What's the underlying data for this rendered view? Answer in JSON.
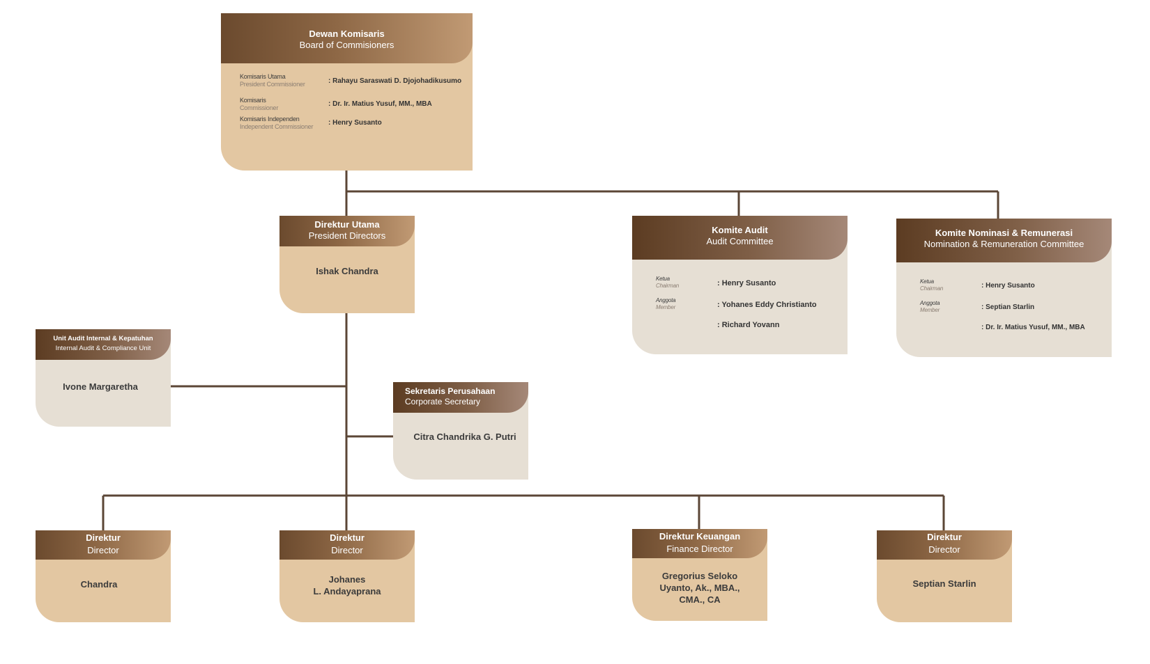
{
  "colors": {
    "connector": "#5b4636",
    "tan_body": "#e3c7a2",
    "gray_body": "#e6dfd4",
    "header_start": "#6b4a2e",
    "header_end": "#c19a74"
  },
  "board": {
    "title": "Dewan  Komisaris",
    "subtitle": "Board of Commisioners",
    "rows": [
      {
        "label": "Komisaris Utama",
        "label_en": "President Commissioner",
        "value": ": Rahayu Saraswati D. Djojohadikusumo"
      },
      {
        "label": "Komisaris",
        "label_en": "Commissioner",
        "value": ": Dr. Ir. Matius Yusuf, MM., MBA"
      },
      {
        "label": "Komisaris Independen",
        "label_en": "Independent Commissioner",
        "value": ": Henry Susanto"
      }
    ]
  },
  "president": {
    "title": "Direktur  Utama",
    "subtitle": "President  Directors",
    "name": "Ishak Chandra"
  },
  "audit_committee": {
    "title": "Komite Audit",
    "subtitle": "Audit  Committee",
    "rows": [
      {
        "label": "Ketua",
        "label_en": "Chairman",
        "value": ": Henry Susanto"
      },
      {
        "label": "Anggota",
        "label_en": "Member",
        "value": ": Yohanes Eddy Christianto"
      },
      {
        "label": "",
        "label_en": "",
        "value": ": Richard Yovann"
      }
    ]
  },
  "nomination_committee": {
    "title": "Komite Nominasi  &  Remunerasi",
    "subtitle": "Nomination & Remuneration Committee",
    "rows": [
      {
        "label": "Ketua",
        "label_en": "Chairman",
        "value": ": Henry Susanto"
      },
      {
        "label": "Anggota",
        "label_en": "Member",
        "value": ": Septian Starlin"
      },
      {
        "label": "",
        "label_en": "",
        "value": ": Dr. Ir. Matius Yusuf, MM., MBA"
      }
    ]
  },
  "internal_audit": {
    "title": "Unit Audit Internal & Kepatuhan",
    "subtitle": "Internal Audit & Compliance Unit",
    "name": "Ivone Margaretha"
  },
  "corporate_secretary": {
    "title": "Sekretaris Perusahaan",
    "subtitle": "Corporate Secretary",
    "name": "Citra Chandrika G. Putri"
  },
  "directors": [
    {
      "title": "Direktur",
      "subtitle": "Director",
      "name_lines": [
        "Chandra"
      ]
    },
    {
      "title": "Direktur",
      "subtitle": "Director",
      "name_lines": [
        "Johanes",
        "L. Andayaprana"
      ]
    },
    {
      "title": "Direktur  Keuangan",
      "subtitle": "Finance  Director",
      "name_lines": [
        "Gregorius  Seloko",
        "Uyanto,  Ak.,  MBA.,",
        "CMA.,   CA"
      ]
    },
    {
      "title": "Direktur",
      "subtitle": "Director",
      "name_lines": [
        "Septian Starlin"
      ]
    }
  ]
}
